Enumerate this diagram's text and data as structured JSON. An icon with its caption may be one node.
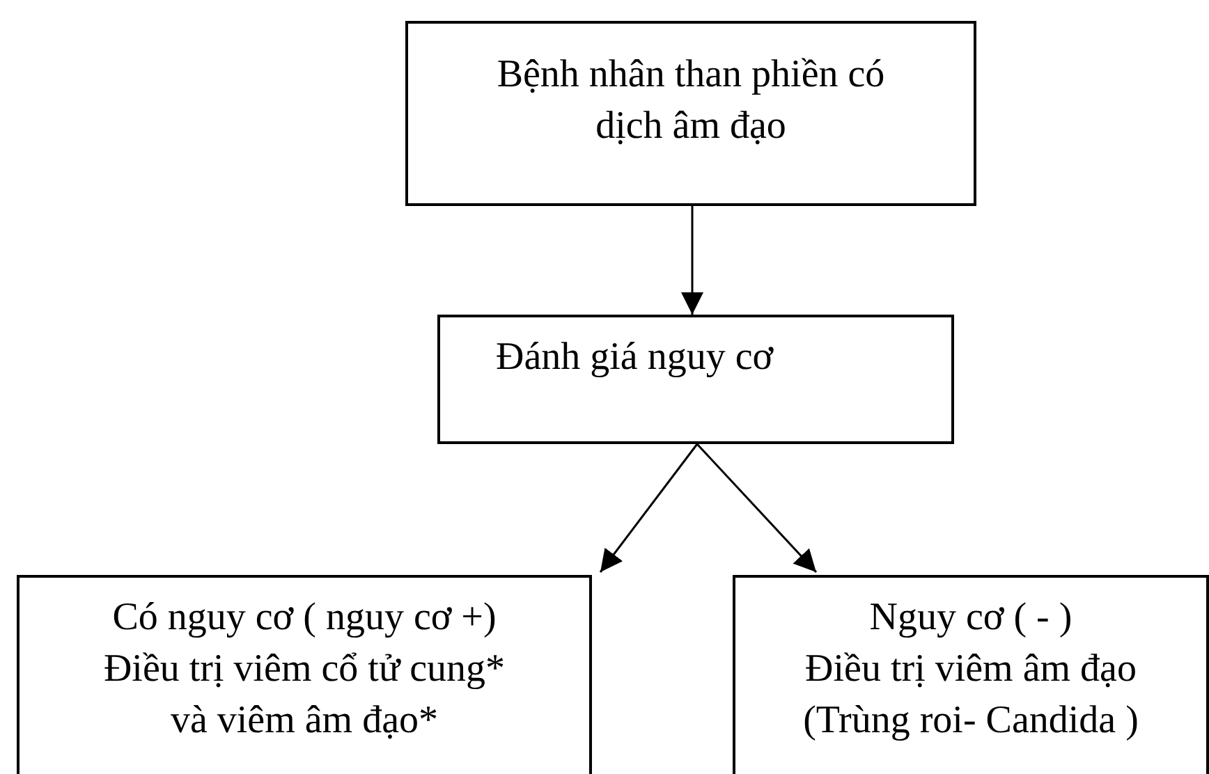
{
  "diagram": {
    "nodes": [
      {
        "text": [
          "Bệnh nhân than phiền có dịch âm đạo"
        ]
      },
      {
        "text": [
          "Đánh giá nguy cơ"
        ]
      },
      {
        "text": [
          "Có nguy cơ ( nguy cơ +)",
          "Điều trị viêm cổ tử cung* và  viêm âm đạo*"
        ]
      },
      {
        "text": [
          "Nguy cơ ( - )",
          "Điều trị viêm âm đạo (Trùng roi- Candida )"
        ]
      }
    ],
    "edges": [
      {
        "from": 0,
        "to": 1,
        "arrow": "to"
      },
      {
        "from": 1,
        "to": 2,
        "arrow": "to"
      },
      {
        "from": 1,
        "to": 3,
        "arrow": "to"
      }
    ]
  }
}
